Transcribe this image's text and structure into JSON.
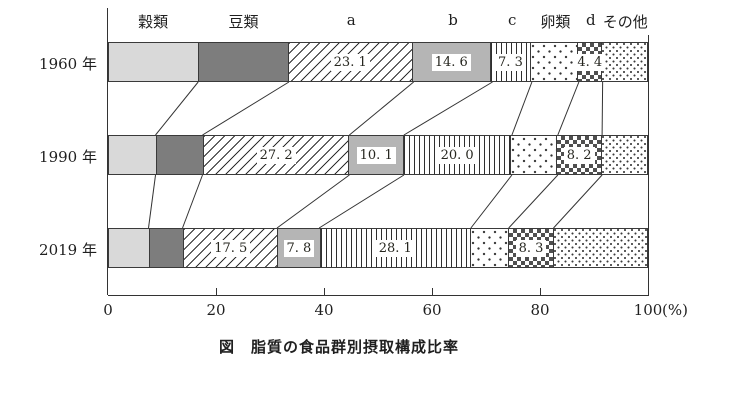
{
  "chart_data": {
    "type": "bar",
    "orientation": "horizontal-stacked",
    "caption": "図　脂質の食品群別摂取構成比率",
    "categories": [
      "穀類",
      "豆類",
      "a",
      "b",
      "c",
      "卵類",
      "d",
      "その他"
    ],
    "rows": [
      "1960 年",
      "1990 年",
      "2019 年"
    ],
    "series": [
      {
        "name": "1960 年",
        "values": [
          16.7,
          16.8,
          23.1,
          14.6,
          7.3,
          8.7,
          4.4,
          8.4
        ],
        "shown_labels": [
          null,
          null,
          "23. 1",
          "14. 6",
          "7. 3",
          null,
          "4. 4",
          null
        ]
      },
      {
        "name": "1990 年",
        "values": [
          8.8,
          8.7,
          27.2,
          10.1,
          20.0,
          8.5,
          8.2,
          8.5
        ],
        "shown_labels": [
          null,
          null,
          "27. 2",
          "10. 1",
          "20. 0",
          null,
          "8. 2",
          null
        ]
      },
      {
        "name": "2019 年",
        "values": [
          7.5,
          6.3,
          17.5,
          7.8,
          28.1,
          7.0,
          8.3,
          17.5
        ],
        "shown_labels": [
          null,
          null,
          "17. 5",
          "7. 8",
          "28. 1",
          null,
          "8. 3",
          null
        ]
      }
    ],
    "xlim": [
      0,
      100
    ],
    "axis_ticks": [
      "0",
      "20",
      "40",
      "60",
      "80",
      "100"
    ],
    "axis_unit": "(%)",
    "grid": false,
    "legend_position": "above-bars",
    "patterns": {
      "穀類": "solid-light-gray",
      "豆類": "solid-dark-gray",
      "a": "diagonal-hatch",
      "b": "solid-medium-gray",
      "c": "vertical-stripes",
      "卵類": "sparse-dots",
      "d": "checkerboard",
      "その他": "fine-dot-screen"
    },
    "colors": {
      "light_gray": "#d9d9d9",
      "dark_gray": "#7d7d7d",
      "medium_gray": "#b5b5b5",
      "line": "#333333"
    }
  }
}
